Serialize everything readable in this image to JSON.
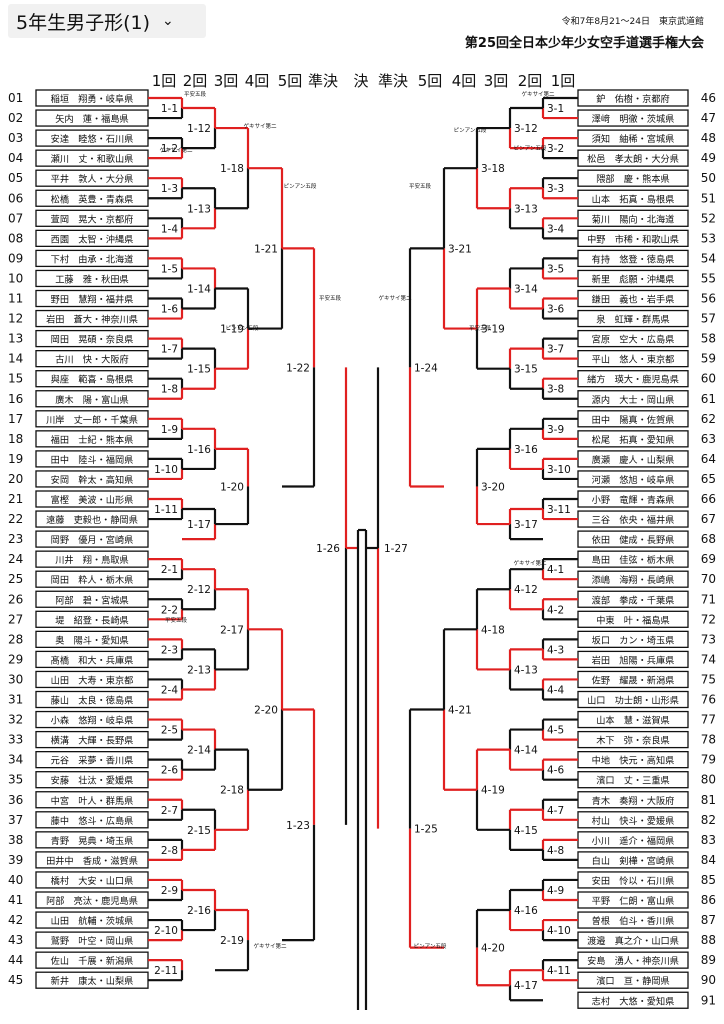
{
  "header": {
    "title": "5年生男子形(1)",
    "chevron_icon": "chevron-down-icon"
  },
  "event": {
    "date_venue": "令和7年8月21～24日　東京武道館",
    "name": "第25回全日本少年少女空手道選手権大会"
  },
  "rounds": {
    "left": [
      "1回",
      "2回",
      "3回",
      "4回",
      "5回",
      "準決"
    ],
    "final": "決",
    "right": [
      "準決",
      "5回",
      "4回",
      "3回",
      "2回",
      "1回"
    ]
  },
  "colors": {
    "winner": "#e02020",
    "line": "#111111"
  },
  "players_left": [
    {
      "no": "01",
      "name": "稲垣　翔勇・岐阜県"
    },
    {
      "no": "02",
      "name": "矢内　蓮・福島県"
    },
    {
      "no": "03",
      "name": "安達　睦悠・石川県"
    },
    {
      "no": "04",
      "name": "瀬川　丈・和歌山県"
    },
    {
      "no": "05",
      "name": "平井　敦人・大分県"
    },
    {
      "no": "06",
      "name": "松橋　英豊・青森県"
    },
    {
      "no": "07",
      "name": "萱岡　晃大・京都府"
    },
    {
      "no": "08",
      "name": "西園　太智・沖縄県"
    },
    {
      "no": "09",
      "name": "下村　由承・北海道"
    },
    {
      "no": "10",
      "name": "工藤　雅・秋田県"
    },
    {
      "no": "11",
      "name": "野田　慧翔・福井県"
    },
    {
      "no": "12",
      "name": "岩田　蒼大・神奈川県"
    },
    {
      "no": "13",
      "name": "岡田　晃碩・奈良県"
    },
    {
      "no": "14",
      "name": "古川　快・大阪府"
    },
    {
      "no": "15",
      "name": "與座　範喜・島根県"
    },
    {
      "no": "16",
      "name": "廣木　陽・富山県"
    },
    {
      "no": "17",
      "name": "川岸　丈一郎・千葉県"
    },
    {
      "no": "18",
      "name": "福田　士紀・熊本県"
    },
    {
      "no": "19",
      "name": "田中　陸斗・福岡県"
    },
    {
      "no": "20",
      "name": "安岡　幹太・高知県"
    },
    {
      "no": "21",
      "name": "富樫　美波・山形県"
    },
    {
      "no": "22",
      "name": "遠藤　吏毅也・静岡県"
    },
    {
      "no": "23",
      "name": "岡野　優月・宮崎県"
    },
    {
      "no": "24",
      "name": "川井　翔・鳥取県"
    },
    {
      "no": "25",
      "name": "岡田　粋人・栃木県"
    },
    {
      "no": "26",
      "name": "阿部　碧・宮城県"
    },
    {
      "no": "27",
      "name": "堤　紹登・長崎県"
    },
    {
      "no": "28",
      "name": "奥　陽斗・愛知県"
    },
    {
      "no": "29",
      "name": "髙橋　和大・兵庫県"
    },
    {
      "no": "30",
      "name": "山田　大寿・東京都"
    },
    {
      "no": "31",
      "name": "藤山　太良・徳島県"
    },
    {
      "no": "32",
      "name": "小森　悠翔・岐阜県"
    },
    {
      "no": "33",
      "name": "横溝　大輝・長野県"
    },
    {
      "no": "34",
      "name": "元谷　采夢・香川県"
    },
    {
      "no": "35",
      "name": "安藤　壮汰・愛媛県"
    },
    {
      "no": "36",
      "name": "中宮　叶人・群馬県"
    },
    {
      "no": "37",
      "name": "藤中　悠斗・広島県"
    },
    {
      "no": "38",
      "name": "青野　晃典・埼玉県"
    },
    {
      "no": "39",
      "name": "田井中　香成・滋賀県"
    },
    {
      "no": "40",
      "name": "橋村　大安・山口県"
    },
    {
      "no": "41",
      "name": "阿部　亮汰・鹿児島県"
    },
    {
      "no": "42",
      "name": "山田　航輔・茨城県"
    },
    {
      "no": "43",
      "name": "鷲野　叶空・岡山県"
    },
    {
      "no": "44",
      "name": "佐山　千展・新潟県"
    },
    {
      "no": "45",
      "name": "新井　康太・山梨県"
    }
  ],
  "players_right": [
    {
      "no": "46",
      "name": "鈩　佑樹・京都府"
    },
    {
      "no": "47",
      "name": "澤﨑　明徹・茨城県"
    },
    {
      "no": "48",
      "name": "須知　紬稀・宮城県"
    },
    {
      "no": "49",
      "name": "松邑　孝太朗・大分県"
    },
    {
      "no": "50",
      "name": "隈部　慶・熊本県"
    },
    {
      "no": "51",
      "name": "山本　拓真・島根県"
    },
    {
      "no": "52",
      "name": "菊川　陽向・北海道"
    },
    {
      "no": "53",
      "name": "中野　市稀・和歌山県"
    },
    {
      "no": "54",
      "name": "有持　悠登・徳島県"
    },
    {
      "no": "55",
      "name": "新里　彪願・沖縄県"
    },
    {
      "no": "56",
      "name": "鎌田　義也・岩手県"
    },
    {
      "no": "57",
      "name": "泉　虹輝・群馬県"
    },
    {
      "no": "58",
      "name": "宮原　空大・広島県"
    },
    {
      "no": "59",
      "name": "平山　悠人・東京都"
    },
    {
      "no": "60",
      "name": "緒方　瑛大・鹿児島県"
    },
    {
      "no": "61",
      "name": "源内　大士・岡山県"
    },
    {
      "no": "62",
      "name": "田中　陽真・佐賀県"
    },
    {
      "no": "63",
      "name": "松尾　拓真・愛知県"
    },
    {
      "no": "64",
      "name": "廣瀬　慶人・山梨県"
    },
    {
      "no": "65",
      "name": "河瀬　悠旭・岐阜県"
    },
    {
      "no": "66",
      "name": "小野　竜輝・青森県"
    },
    {
      "no": "67",
      "name": "三谷　依央・福井県"
    },
    {
      "no": "68",
      "name": "依田　健成・長野県"
    },
    {
      "no": "69",
      "name": "島田　佳弦・栃木県"
    },
    {
      "no": "70",
      "name": "添嶋　海翔・長崎県"
    },
    {
      "no": "71",
      "name": "渡部　拳成・千葉県"
    },
    {
      "no": "72",
      "name": "中東　叶・福島県"
    },
    {
      "no": "73",
      "name": "坂口　カン・埼玉県"
    },
    {
      "no": "74",
      "name": "岩田　旭陽・兵庫県"
    },
    {
      "no": "75",
      "name": "佐野　耀晟・新潟県"
    },
    {
      "no": "76",
      "name": "山口　功士朗・山形県"
    },
    {
      "no": "77",
      "name": "山本　慧・滋賀県"
    },
    {
      "no": "78",
      "name": "木下　弥・奈良県"
    },
    {
      "no": "79",
      "name": "中地　快元・高知県"
    },
    {
      "no": "80",
      "name": "濱口　丈・三重県"
    },
    {
      "no": "81",
      "name": "青木　奏翔・大阪府"
    },
    {
      "no": "82",
      "name": "村山　快斗・愛媛県"
    },
    {
      "no": "83",
      "name": "小川　遥介・福岡県"
    },
    {
      "no": "84",
      "name": "白山　剣樺・宮崎県"
    },
    {
      "no": "85",
      "name": "安田　怜以・石川県"
    },
    {
      "no": "86",
      "name": "平野　仁朗・富山県"
    },
    {
      "no": "87",
      "name": "曽根　伯斗・香川県"
    },
    {
      "no": "88",
      "name": "渡邉　真之介・山口県"
    },
    {
      "no": "89",
      "name": "安島　湧人・神奈川県"
    },
    {
      "no": "90",
      "name": "濱口　亘・静岡県"
    },
    {
      "no": "91",
      "name": "志村　大悠・愛知県"
    }
  ],
  "bouts": {
    "left": [
      "1-1",
      "1-2",
      "1-3",
      "1-4",
      "1-5",
      "1-6",
      "1-7",
      "1-8",
      "1-9",
      "1-10",
      "1-11",
      "1-12",
      "1-13",
      "1-14",
      "1-15",
      "1-16",
      "1-17",
      "1-18",
      "1-19",
      "1-20",
      "1-21",
      "1-22",
      "2-1",
      "2-2",
      "2-3",
      "2-4",
      "2-5",
      "2-6",
      "2-7",
      "2-8",
      "2-9",
      "2-10",
      "2-11",
      "2-12",
      "2-13",
      "2-14",
      "2-15",
      "2-16",
      "2-17",
      "2-18",
      "2-19",
      "2-20",
      "1-23",
      "1-26"
    ],
    "right": [
      "3-1",
      "3-2",
      "3-3",
      "3-4",
      "3-5",
      "3-6",
      "3-7",
      "3-8",
      "3-9",
      "3-10",
      "3-11",
      "3-12",
      "3-13",
      "3-14",
      "3-15",
      "3-16",
      "3-17",
      "3-18",
      "3-19",
      "3-20",
      "3-21",
      "1-24",
      "4-1",
      "4-2",
      "4-3",
      "4-4",
      "4-5",
      "4-6",
      "4-7",
      "4-8",
      "4-9",
      "4-10",
      "4-11",
      "4-12",
      "4-13",
      "4-14",
      "4-15",
      "4-16",
      "4-17",
      "4-18",
      "4-19",
      "4-20",
      "4-21",
      "1-25",
      "1-27"
    ]
  },
  "kata_notes": [
    "平安五段",
    "ゲキサイ第二",
    "ピンアン五段"
  ]
}
